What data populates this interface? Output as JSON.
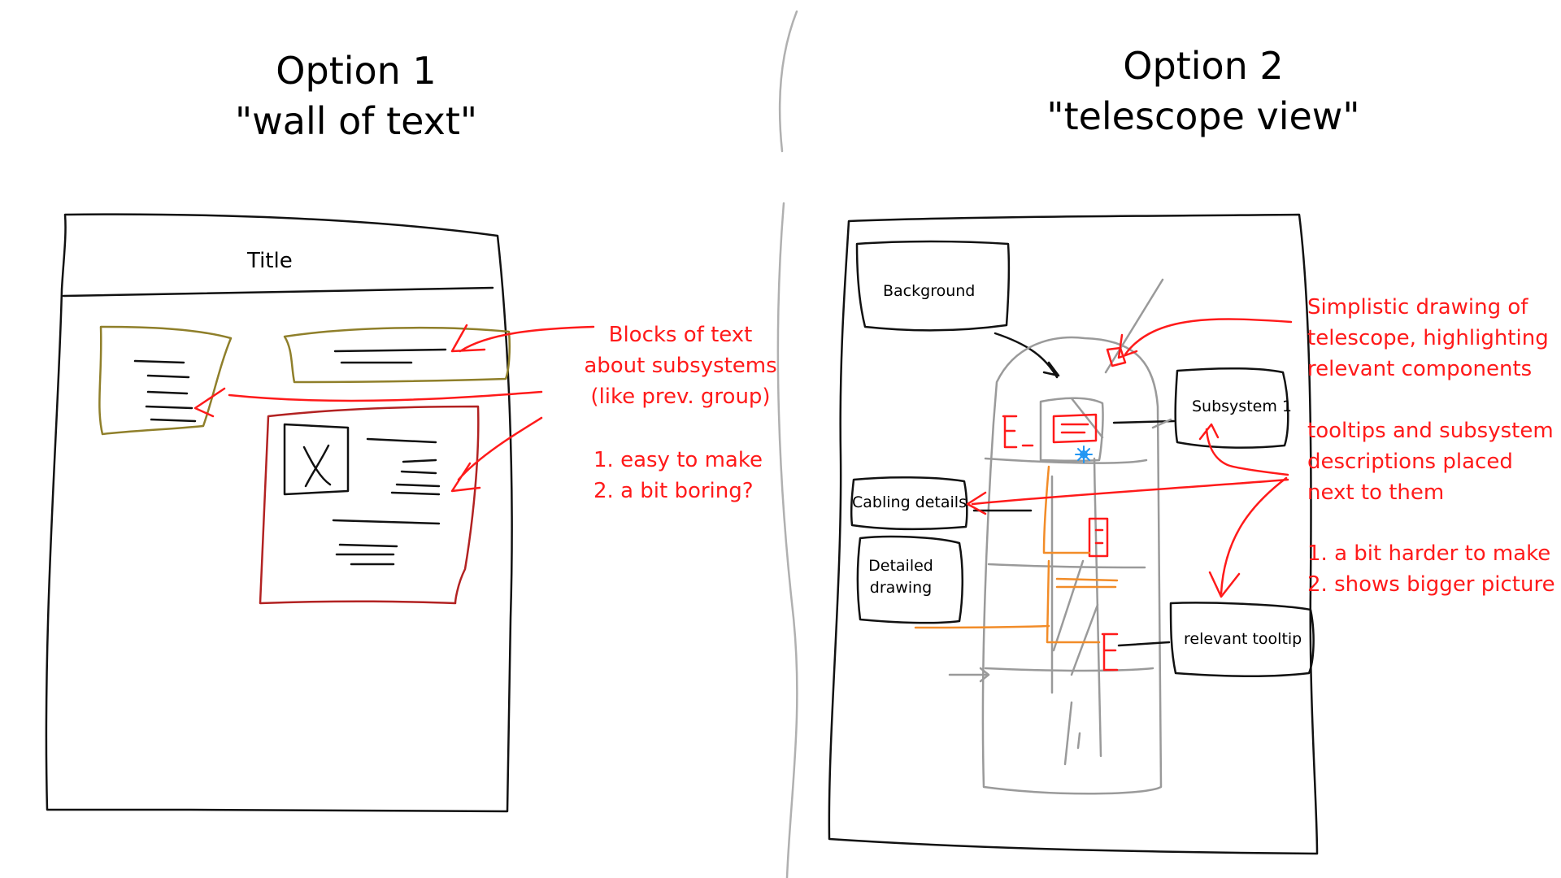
{
  "option1": {
    "heading_line1": "Option 1",
    "heading_line2": "\"wall of text\"",
    "mockup": {
      "title": "Title"
    },
    "notes": {
      "blocks_line1": "Blocks of text",
      "blocks_line2": "about subsystems",
      "blocks_line3": "(like prev. group)",
      "pro": "1. easy to make",
      "con": "2. a bit boring?"
    }
  },
  "option2": {
    "heading_line1": "Option 2",
    "heading_line2": "\"telescope view\"",
    "mockup": {
      "background": "Background",
      "subsystem": "Subsystem 1",
      "cabling": "Cabling details",
      "detailed_line1": "Detailed",
      "detailed_line2": "drawing",
      "tooltip": "relevant tooltip"
    },
    "notes": {
      "drawing_line1": "Simplistic drawing of",
      "drawing_line2": "telescope, highlighting",
      "drawing_line3": "relevant components",
      "tooltips_line1": "tooltips and subsystem",
      "tooltips_line2": "descriptions placed",
      "tooltips_line3": "next to them",
      "pro": "1. a bit harder to make",
      "con": "2. shows bigger picture"
    }
  },
  "colors": {
    "ink": "#111111",
    "annotation": "#ff1a1a",
    "text_block": "#8f7f2a",
    "image_block": "#b22222",
    "telescope": "#9a9a9a",
    "cabling": "#f28c28",
    "accent": "#2196f3"
  }
}
